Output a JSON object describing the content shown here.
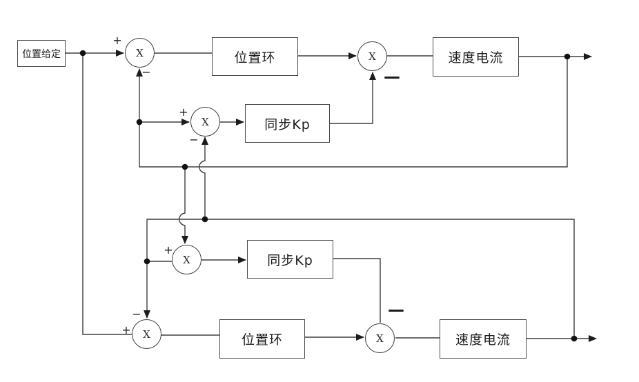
{
  "palette": {
    "line": "#3d3d3d",
    "text": "#1c1c1c",
    "background": "#ffffff"
  },
  "blocks": {
    "setpoint": {
      "label": "位置给定"
    },
    "pos_loop_top": {
      "label": "位置环"
    },
    "speed_current_top": {
      "label": "速度电流"
    },
    "sync_kp_top": {
      "label": "同步Kp"
    },
    "sync_kp_bottom": {
      "label": "同步Kp"
    },
    "pos_loop_bottom": {
      "label": "位置环"
    },
    "speed_current_bottom": {
      "label": "速度电流"
    }
  },
  "junctions": {
    "symbol": "X"
  },
  "signs": {
    "plus": "+",
    "minus": "−",
    "minus_wide": "—"
  }
}
